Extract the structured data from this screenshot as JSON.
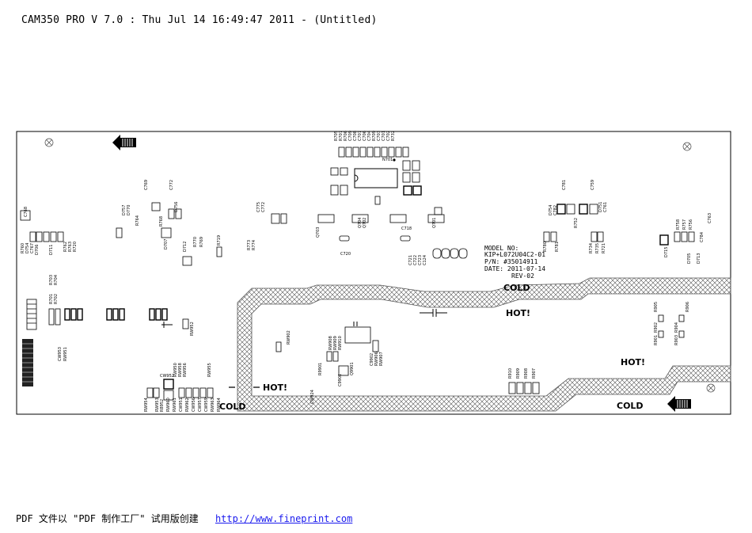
{
  "header": {
    "title": "CAM350 PRO V 7.0 : Thu Jul 14 16:49:47 2011 - (Untitled)"
  },
  "board": {
    "model_lines": [
      "MODEL NO:",
      "KIP+L072U04C2-01",
      "P/N: #35014911",
      "DATE: 2011-07-14"
    ],
    "revision": "REV-02",
    "zone_labels": {
      "cold_top": "COLD",
      "hot_center": "HOT!",
      "hot_right": "HOT!",
      "hot_left": "HOT!",
      "cold_left": "COLD",
      "cold_right": "COLD"
    },
    "ic_ref": "N701",
    "designators_top": [
      "R705",
      "R707",
      "R706",
      "C709",
      "C708",
      "C707",
      "C706",
      "C704",
      "R709",
      "C703",
      "C701",
      "C702",
      "R732"
    ],
    "designators_left": [
      "R760",
      "D754",
      "C767",
      "C768",
      "D706",
      "D711",
      "R762",
      "R763",
      "R720"
    ],
    "designators_mid_left": [
      "D757",
      "D770",
      "R764",
      "R768",
      "D707",
      "C769",
      "D712",
      "R770",
      "R769",
      "R719",
      "C772",
      "D756",
      "C773"
    ],
    "designators_center": [
      "C775",
      "C772",
      "R773",
      "R774",
      "Q703",
      "C720",
      "Q704",
      "Q702",
      "C718",
      "Q701",
      "C721",
      "C722",
      "C723",
      "C124"
    ],
    "designators_right": [
      "D754",
      "C782",
      "R780",
      "R781",
      "R752",
      "C781",
      "C759",
      "D751",
      "C761",
      "R734",
      "R735",
      "R721"
    ],
    "designators_far_right": [
      "D715",
      "R758",
      "R757",
      "R756",
      "C784",
      "C763",
      "D705",
      "D713"
    ],
    "designators_bottom_left": [
      "R701",
      "R703",
      "R704",
      "R702",
      "CW953",
      "RW951",
      "CW952",
      "RW950",
      "RW958",
      "RW956",
      "RW955",
      "RW954",
      "RW952",
      "RW953",
      "R8952",
      "RW960",
      "RW961",
      "CW951",
      "RW962",
      "CW956",
      "CW957",
      "CW959",
      "RW963",
      "RW964"
    ],
    "designators_bottom_mid": [
      "RW902",
      "CW924",
      "R9901",
      "C9901",
      "Q9901",
      "C9902",
      "RW906",
      "RW907",
      "RW908",
      "RW909",
      "RW910"
    ],
    "designators_bottom_right": [
      "R910",
      "R909",
      "R908",
      "R907",
      "R905",
      "R902",
      "R904",
      "R906",
      "R903",
      "R901"
    ]
  },
  "footer": {
    "text": "PDF 文件以 \"PDF 制作工厂\" 试用版创建",
    "link": "http://www.fineprint.com"
  }
}
